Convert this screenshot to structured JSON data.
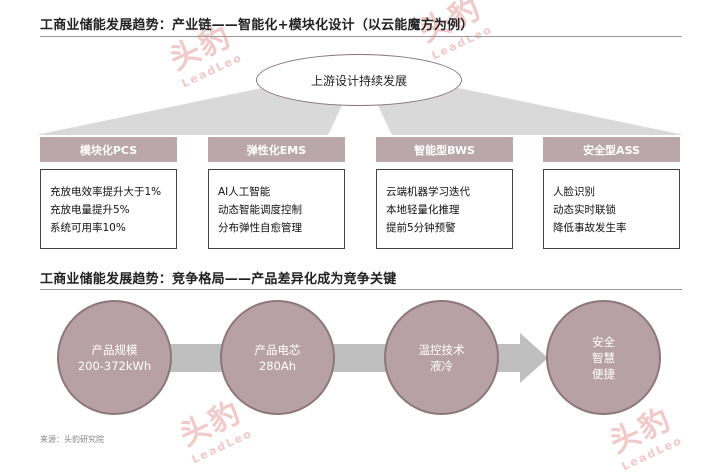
{
  "section1": {
    "title": "工商业储能发展趋势：产业链——智能化+模块化设计（以云能魔方为例）",
    "center": "上游设计持续发展",
    "pillars": [
      {
        "head": "模块化PCS",
        "lines": [
          "充放电效率提升大于1%",
          "充放电量提升5%",
          "系统可用率10%"
        ]
      },
      {
        "head": "弹性化EMS",
        "lines": [
          "AI人工智能",
          "动态智能调度控制",
          "分布弹性自愈管理"
        ]
      },
      {
        "head": "智能型BWS",
        "lines": [
          "云端机器学习迭代",
          "本地轻量化推理",
          "提前5分钟预警"
        ]
      },
      {
        "head": "安全型ASS",
        "lines": [
          "人脸识别",
          "动态实时联锁",
          "降低事故发生率"
        ]
      }
    ]
  },
  "section2": {
    "title": "工商业储能发展趋势：竞争格局——产品差异化成为竞争关键",
    "circles": [
      {
        "lines": [
          "产品规模",
          "200-372kWh"
        ]
      },
      {
        "lines": [
          "产品电芯",
          "280Ah"
        ]
      },
      {
        "lines": [
          "温控技术",
          "液冷"
        ]
      },
      {
        "lines": [
          "安全",
          "智慧",
          "便捷"
        ]
      }
    ]
  },
  "source": "来源：头豹研究院",
  "watermark": {
    "cn": "头豹",
    "en": "LeadLeo"
  },
  "colors": {
    "mauve_header": "#baa7ac",
    "circle_fill": "#b7a1a6",
    "road_gray": "#d9d9d9",
    "arrow_gray": "#bfbfbf"
  }
}
